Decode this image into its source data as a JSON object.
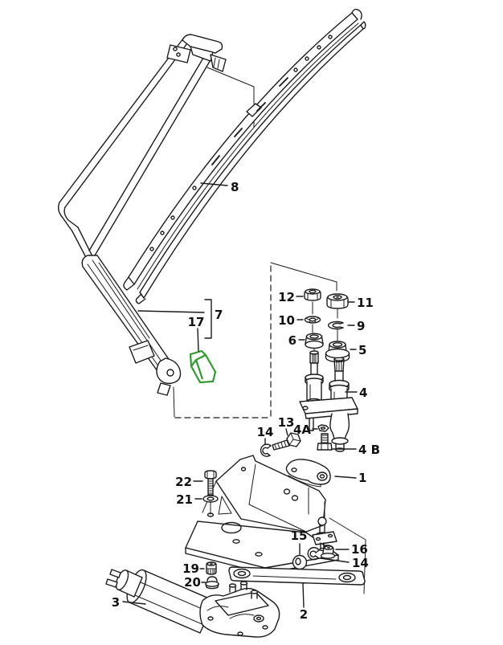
{
  "canvas": {
    "background": "#ffffff",
    "line_color": "#1c1c1c",
    "highlight_color": "#2e9b2e"
  },
  "diagram": {
    "kind": "exploded-parts-diagram",
    "highlighted_part": "17",
    "labels": {
      "p1": {
        "text": "1"
      },
      "p2": {
        "text": "2"
      },
      "p3": {
        "text": "3"
      },
      "p4": {
        "text": "4"
      },
      "p4a": {
        "text": "4A"
      },
      "p4b": {
        "text": "4 B"
      },
      "p5": {
        "text": "5"
      },
      "p6": {
        "text": "6"
      },
      "p7": {
        "text": "7"
      },
      "p8": {
        "text": "8"
      },
      "p9": {
        "text": "9"
      },
      "p10": {
        "text": "10"
      },
      "p11": {
        "text": "11"
      },
      "p12": {
        "text": "12"
      },
      "p13": {
        "text": "13"
      },
      "p14_upper": {
        "text": "14"
      },
      "p14_lower": {
        "text": "14"
      },
      "p15": {
        "text": "15"
      },
      "p16": {
        "text": "16"
      },
      "p17": {
        "text": "17"
      },
      "p19": {
        "text": "19"
      },
      "p20": {
        "text": "20"
      },
      "p21": {
        "text": "21"
      },
      "p22": {
        "text": "22"
      }
    }
  }
}
